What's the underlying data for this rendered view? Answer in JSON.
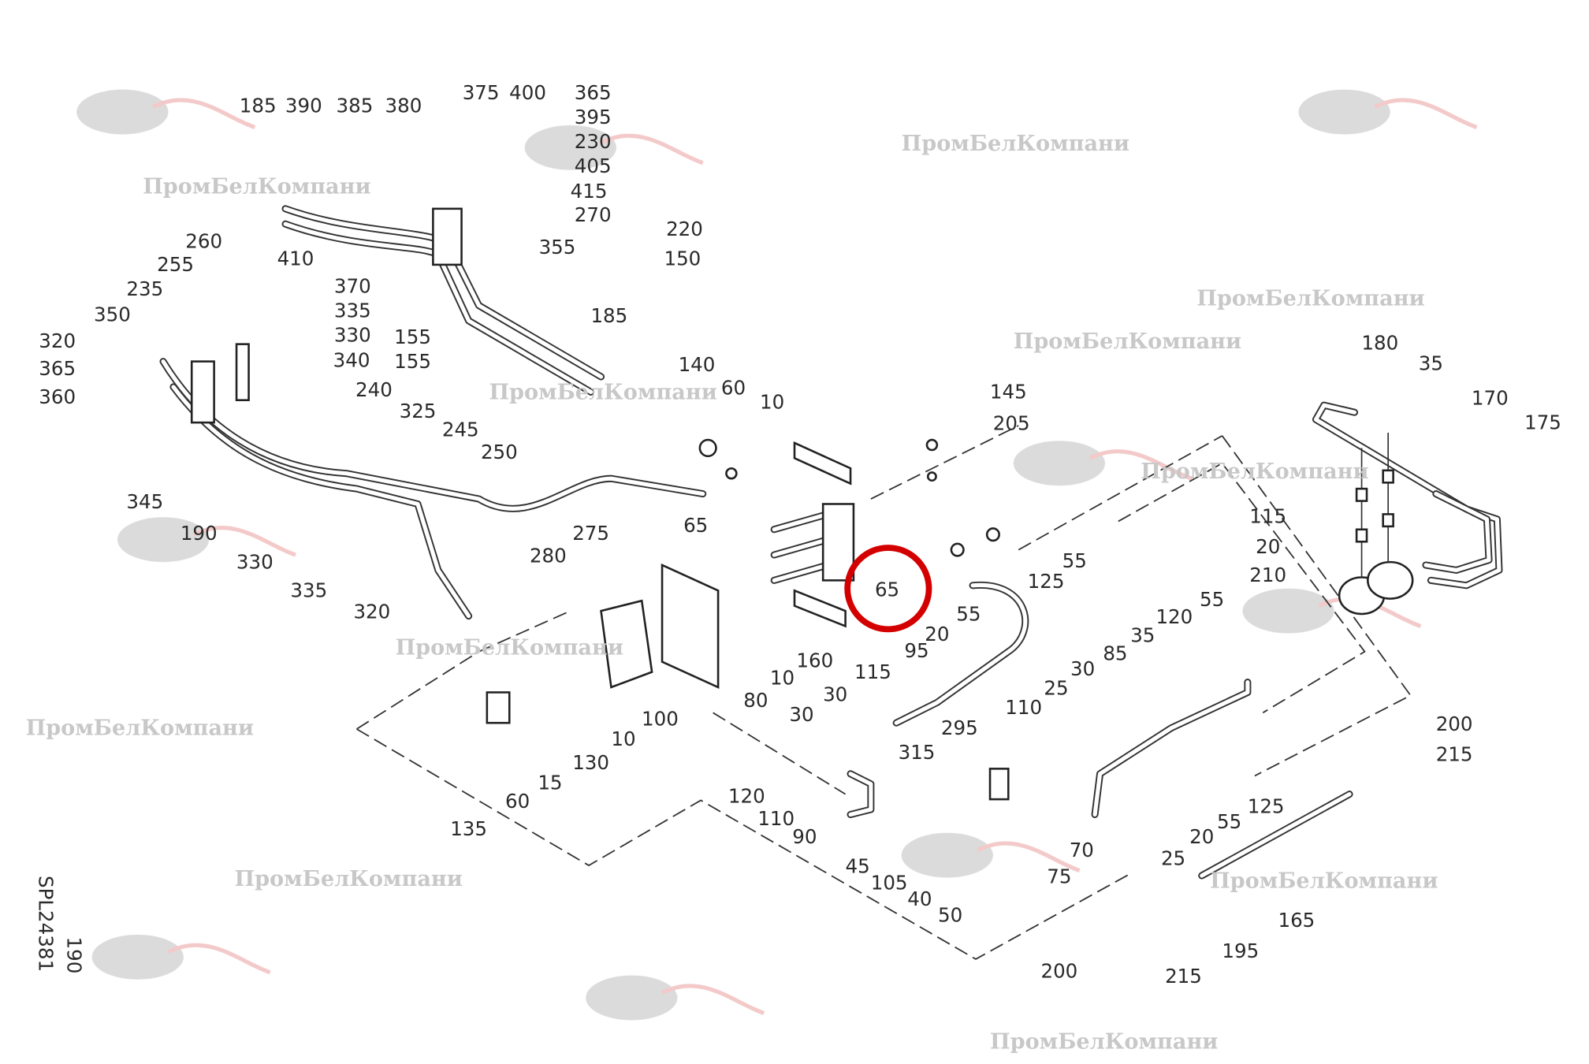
{
  "diagram": {
    "title": "Hydraulic lines exploded parts diagram",
    "callouts": [
      "185",
      "390",
      "385",
      "380",
      "375",
      "400",
      "365",
      "395",
      "230",
      "405",
      "415",
      "270",
      "220",
      "355",
      "150",
      "260",
      "255",
      "410",
      "235",
      "370",
      "335",
      "330",
      "350",
      "155",
      "155",
      "185",
      "340",
      "320",
      "365",
      "360",
      "240",
      "325",
      "245",
      "250",
      "140",
      "60",
      "10",
      "145",
      "205",
      "180",
      "35",
      "170",
      "175",
      "345",
      "190",
      "330",
      "335",
      "320",
      "65",
      "275",
      "280",
      "65",
      "55",
      "125",
      "55",
      "20",
      "95",
      "160",
      "10",
      "80",
      "100",
      "10",
      "130",
      "15",
      "60",
      "135",
      "115",
      "20",
      "210",
      "120",
      "55",
      "35",
      "85",
      "30",
      "115",
      "30",
      "30",
      "110",
      "25",
      "295",
      "315",
      "200",
      "215",
      "120",
      "110",
      "90",
      "125",
      "55",
      "20",
      "70",
      "25",
      "45",
      "105",
      "75",
      "40",
      "50",
      "165",
      "195",
      "200",
      "215"
    ],
    "highlighted_callout": "65",
    "drawing_number": "SPL24381",
    "sheet_number": "190",
    "watermark_text": "ПромБелКомпани",
    "highlight_color": "#d40000"
  }
}
